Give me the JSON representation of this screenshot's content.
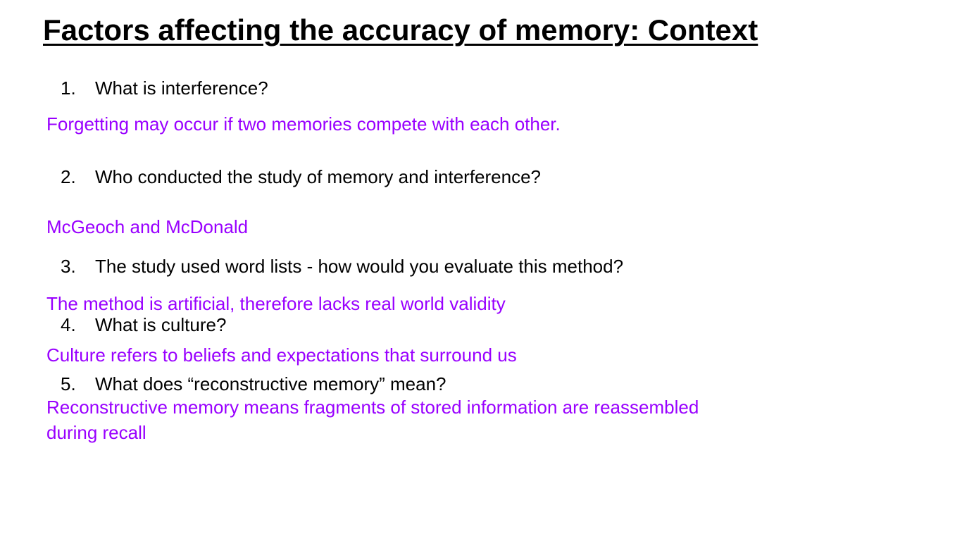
{
  "slide": {
    "title": "Factors affecting the accuracy of memory: Context",
    "answer_color": "#9900ff",
    "items": [
      {
        "number": "1.",
        "question": "What is interference?",
        "answer": "Forgetting may occur if two memories compete with each other."
      },
      {
        "number": "2.",
        "question": "Who conducted the study of memory and interference?",
        "answer": "McGeoch and McDonald"
      },
      {
        "number": "3.",
        "question": "The study used word lists - how would you evaluate this method?",
        "answer": "The method is artificial, therefore lacks real world validity"
      },
      {
        "number": "4.",
        "question": "What is culture?",
        "answer": "Culture refers to beliefs and expectations that surround us"
      },
      {
        "number": "5.",
        "question": "What does “reconstructive memory” mean?",
        "answer_line1": "Reconstructive memory means fragments of stored information are reassembled",
        "answer_line2": "during recall"
      }
    ]
  }
}
